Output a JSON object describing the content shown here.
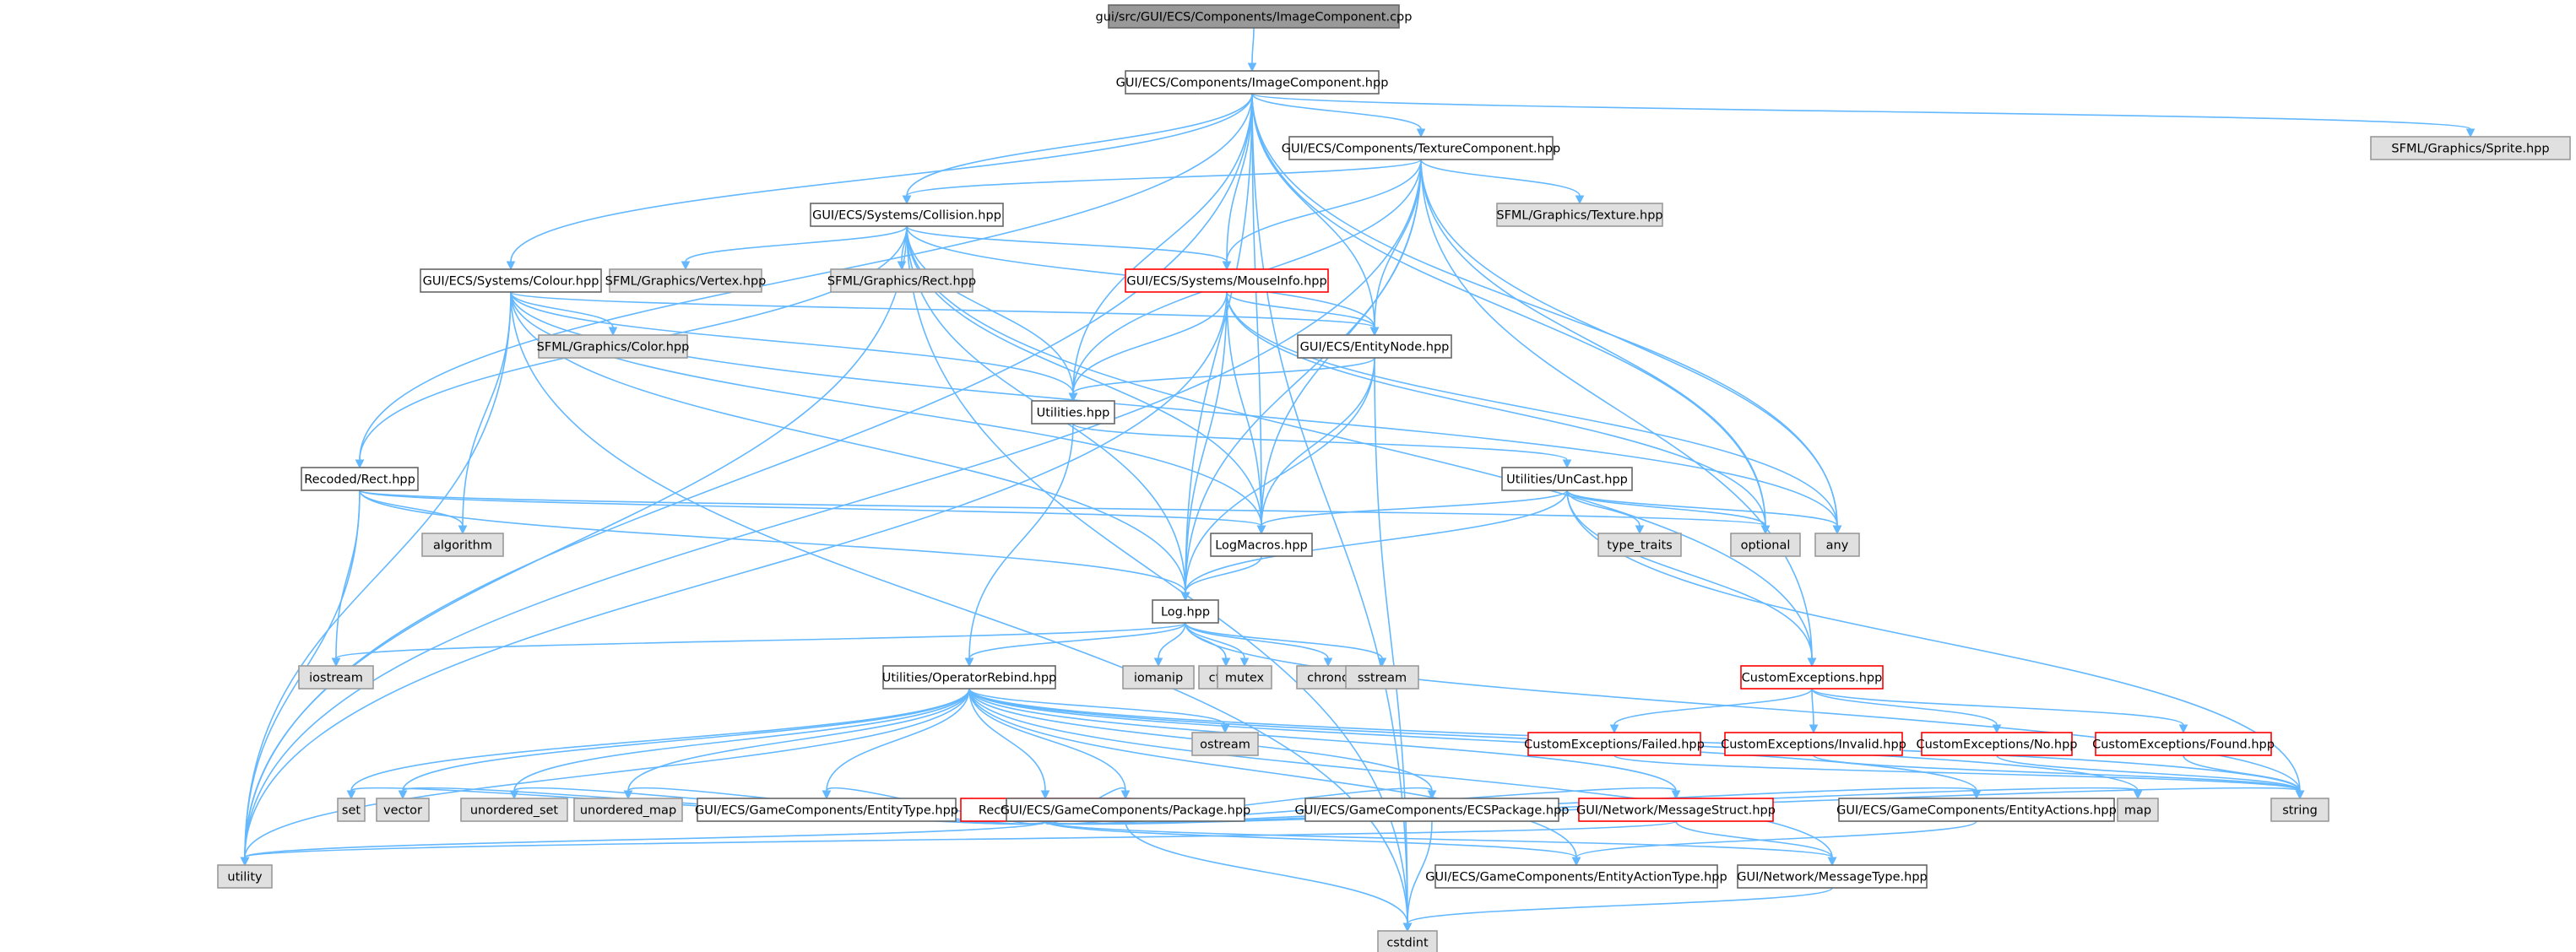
{
  "colors": {
    "edge": "#63b8ff",
    "root_fill": "#999999",
    "root_stroke": "#666666",
    "node_fill": "#ffffff",
    "node_stroke": "#666666",
    "system_fill": "#e0e0e0",
    "system_stroke": "#999999",
    "incomplete_stroke": "#ff0000"
  },
  "nodes": [
    {
      "id": "root",
      "label": "gui/src/GUI/ECS/Components/ImageComponent.cpp",
      "style": "root"
    },
    {
      "id": "img",
      "label": "GUI/ECS/Components/ImageComponent.hpp",
      "style": "normal"
    },
    {
      "id": "tex",
      "label": "GUI/ECS/Components/TextureComponent.hpp",
      "style": "normal"
    },
    {
      "id": "sprite",
      "label": "SFML/Graphics/Sprite.hpp",
      "style": "system"
    },
    {
      "id": "col",
      "label": "GUI/ECS/Systems/Collision.hpp",
      "style": "normal"
    },
    {
      "id": "sfTex",
      "label": "SFML/Graphics/Texture.hpp",
      "style": "system"
    },
    {
      "id": "colour",
      "label": "GUI/ECS/Systems/Colour.hpp",
      "style": "normal"
    },
    {
      "id": "vertex",
      "label": "SFML/Graphics/Vertex.hpp",
      "style": "system"
    },
    {
      "id": "sfRect",
      "label": "SFML/Graphics/Rect.hpp",
      "style": "system"
    },
    {
      "id": "mouse",
      "label": "GUI/ECS/Systems/MouseInfo.hpp",
      "style": "incomplete"
    },
    {
      "id": "color",
      "label": "SFML/Graphics/Color.hpp",
      "style": "system"
    },
    {
      "id": "entity",
      "label": "GUI/ECS/EntityNode.hpp",
      "style": "normal"
    },
    {
      "id": "util",
      "label": "Utilities.hpp",
      "style": "normal"
    },
    {
      "id": "rect",
      "label": "Recoded/Rect.hpp",
      "style": "normal"
    },
    {
      "id": "uncast",
      "label": "Utilities/UnCast.hpp",
      "style": "normal"
    },
    {
      "id": "algo",
      "label": "algorithm",
      "style": "system"
    },
    {
      "id": "logm",
      "label": "LogMacros.hpp",
      "style": "normal"
    },
    {
      "id": "tt",
      "label": "type_traits",
      "style": "system"
    },
    {
      "id": "opt",
      "label": "optional",
      "style": "system"
    },
    {
      "id": "any",
      "label": "any",
      "style": "system"
    },
    {
      "id": "log",
      "label": "Log.hpp",
      "style": "normal"
    },
    {
      "id": "iostream",
      "label": "iostream",
      "style": "system"
    },
    {
      "id": "opreb",
      "label": "Utilities/OperatorRebind.hpp",
      "style": "normal"
    },
    {
      "id": "iomanip",
      "label": "iomanip",
      "style": "system"
    },
    {
      "id": "ctime",
      "label": "ctime",
      "style": "system"
    },
    {
      "id": "mutex",
      "label": "mutex",
      "style": "system"
    },
    {
      "id": "chrono",
      "label": "chrono",
      "style": "system"
    },
    {
      "id": "sstream",
      "label": "sstream",
      "style": "system"
    },
    {
      "id": "cexc",
      "label": "CustomExceptions.hpp",
      "style": "incomplete"
    },
    {
      "id": "ostream",
      "label": "ostream",
      "style": "system"
    },
    {
      "id": "cefail",
      "label": "CustomExceptions/Failed.hpp",
      "style": "incomplete"
    },
    {
      "id": "ceinv",
      "label": "CustomExceptions/Invalid.hpp",
      "style": "incomplete"
    },
    {
      "id": "ceno",
      "label": "CustomExceptions/No.hpp",
      "style": "incomplete"
    },
    {
      "id": "cefound",
      "label": "CustomExceptions/Found.hpp",
      "style": "incomplete"
    },
    {
      "id": "tostr",
      "label": "Recoded/ToString.hpp",
      "style": "incomplete"
    },
    {
      "id": "set",
      "label": "set",
      "style": "system"
    },
    {
      "id": "vector",
      "label": "vector",
      "style": "system"
    },
    {
      "id": "uset",
      "label": "unordered_set",
      "style": "system"
    },
    {
      "id": "umap",
      "label": "unordered_map",
      "style": "system"
    },
    {
      "id": "etype",
      "label": "GUI/ECS/GameComponents/EntityType.hpp",
      "style": "normal"
    },
    {
      "id": "pkg",
      "label": "GUI/ECS/GameComponents/Package.hpp",
      "style": "normal"
    },
    {
      "id": "ecspkg",
      "label": "GUI/ECS/GameComponents/ECSPackage.hpp",
      "style": "normal"
    },
    {
      "id": "msgstruct",
      "label": "GUI/Network/MessageStruct.hpp",
      "style": "incomplete"
    },
    {
      "id": "eactions",
      "label": "GUI/ECS/GameComponents/EntityActions.hpp",
      "style": "normal"
    },
    {
      "id": "map",
      "label": "map",
      "style": "system"
    },
    {
      "id": "string",
      "label": "string",
      "style": "system"
    },
    {
      "id": "utility",
      "label": "utility",
      "style": "system"
    },
    {
      "id": "eacttype",
      "label": "GUI/ECS/GameComponents/EntityActionType.hpp",
      "style": "normal"
    },
    {
      "id": "msgtype",
      "label": "GUI/Network/MessageType.hpp",
      "style": "normal"
    },
    {
      "id": "cstdint",
      "label": "cstdint",
      "style": "system"
    }
  ],
  "edges": [
    [
      "root",
      "img"
    ],
    [
      "img",
      "tex"
    ],
    [
      "img",
      "sprite"
    ],
    [
      "img",
      "col"
    ],
    [
      "img",
      "colour"
    ],
    [
      "img",
      "mouse"
    ],
    [
      "img",
      "entity"
    ],
    [
      "img",
      "util"
    ],
    [
      "img",
      "rect"
    ],
    [
      "img",
      "logm"
    ],
    [
      "img",
      "log"
    ],
    [
      "img",
      "opt"
    ],
    [
      "img",
      "any"
    ],
    [
      "img",
      "utility"
    ],
    [
      "img",
      "cstdint"
    ],
    [
      "tex",
      "sfTex"
    ],
    [
      "tex",
      "col"
    ],
    [
      "tex",
      "mouse"
    ],
    [
      "tex",
      "entity"
    ],
    [
      "tex",
      "util"
    ],
    [
      "tex",
      "logm"
    ],
    [
      "tex",
      "log"
    ],
    [
      "tex",
      "cexc"
    ],
    [
      "tex",
      "opt"
    ],
    [
      "tex",
      "any"
    ],
    [
      "tex",
      "utility"
    ],
    [
      "col",
      "vertex"
    ],
    [
      "col",
      "sfRect"
    ],
    [
      "col",
      "mouse"
    ],
    [
      "col",
      "entity"
    ],
    [
      "col",
      "util"
    ],
    [
      "col",
      "rect"
    ],
    [
      "col",
      "logm"
    ],
    [
      "col",
      "log"
    ],
    [
      "col",
      "utility"
    ],
    [
      "col",
      "cstdint"
    ],
    [
      "col",
      "cexc"
    ],
    [
      "colour",
      "color"
    ],
    [
      "colour",
      "util"
    ],
    [
      "colour",
      "algo"
    ],
    [
      "colour",
      "logm"
    ],
    [
      "colour",
      "log"
    ],
    [
      "colour",
      "entity"
    ],
    [
      "colour",
      "cstdint"
    ],
    [
      "colour",
      "utility"
    ],
    [
      "colour",
      "any"
    ],
    [
      "mouse",
      "entity"
    ],
    [
      "mouse",
      "util"
    ],
    [
      "mouse",
      "logm"
    ],
    [
      "mouse",
      "log"
    ],
    [
      "mouse",
      "utility"
    ],
    [
      "mouse",
      "opt"
    ],
    [
      "mouse",
      "any"
    ],
    [
      "entity",
      "util"
    ],
    [
      "entity",
      "logm"
    ],
    [
      "entity",
      "log"
    ],
    [
      "entity",
      "cstdint"
    ],
    [
      "util",
      "uncast"
    ],
    [
      "util",
      "opreb"
    ],
    [
      "rect",
      "algo"
    ],
    [
      "rect",
      "logm"
    ],
    [
      "rect",
      "log"
    ],
    [
      "rect",
      "iostream"
    ],
    [
      "rect",
      "utility"
    ],
    [
      "rect",
      "opt"
    ],
    [
      "uncast",
      "tt"
    ],
    [
      "uncast",
      "opt"
    ],
    [
      "uncast",
      "any"
    ],
    [
      "uncast",
      "logm"
    ],
    [
      "uncast",
      "log"
    ],
    [
      "uncast",
      "cexc"
    ],
    [
      "uncast",
      "string"
    ],
    [
      "logm",
      "log"
    ],
    [
      "log",
      "iostream"
    ],
    [
      "log",
      "opreb"
    ],
    [
      "log",
      "iomanip"
    ],
    [
      "log",
      "ctime"
    ],
    [
      "log",
      "mutex"
    ],
    [
      "log",
      "chrono"
    ],
    [
      "log",
      "sstream"
    ],
    [
      "log",
      "string"
    ],
    [
      "opreb",
      "ostream"
    ],
    [
      "opreb",
      "tostr"
    ],
    [
      "opreb",
      "set"
    ],
    [
      "opreb",
      "vector"
    ],
    [
      "opreb",
      "uset"
    ],
    [
      "opreb",
      "umap"
    ],
    [
      "opreb",
      "etype"
    ],
    [
      "opreb",
      "pkg"
    ],
    [
      "opreb",
      "ecspkg"
    ],
    [
      "opreb",
      "msgstruct"
    ],
    [
      "opreb",
      "eactions"
    ],
    [
      "opreb",
      "map"
    ],
    [
      "opreb",
      "string"
    ],
    [
      "opreb",
      "utility"
    ],
    [
      "opreb",
      "eacttype"
    ],
    [
      "opreb",
      "msgtype"
    ],
    [
      "cexc",
      "cefail"
    ],
    [
      "cexc",
      "ceinv"
    ],
    [
      "cexc",
      "ceno"
    ],
    [
      "cexc",
      "cefound"
    ],
    [
      "cefail",
      "string"
    ],
    [
      "ceinv",
      "string"
    ],
    [
      "ceno",
      "string"
    ],
    [
      "cefound",
      "string"
    ],
    [
      "tostr",
      "set"
    ],
    [
      "tostr",
      "vector"
    ],
    [
      "tostr",
      "uset"
    ],
    [
      "tostr",
      "umap"
    ],
    [
      "tostr",
      "etype"
    ],
    [
      "tostr",
      "pkg"
    ],
    [
      "tostr",
      "ecspkg"
    ],
    [
      "tostr",
      "msgstruct"
    ],
    [
      "tostr",
      "eactions"
    ],
    [
      "tostr",
      "map"
    ],
    [
      "tostr",
      "string"
    ],
    [
      "tostr",
      "utility"
    ],
    [
      "tostr",
      "eacttype"
    ],
    [
      "tostr",
      "msgtype"
    ],
    [
      "pkg",
      "cstdint"
    ],
    [
      "ecspkg",
      "cstdint"
    ],
    [
      "msgstruct",
      "utility"
    ],
    [
      "msgstruct",
      "msgtype"
    ],
    [
      "eactions",
      "eacttype"
    ],
    [
      "msgtype",
      "cstdint"
    ]
  ]
}
